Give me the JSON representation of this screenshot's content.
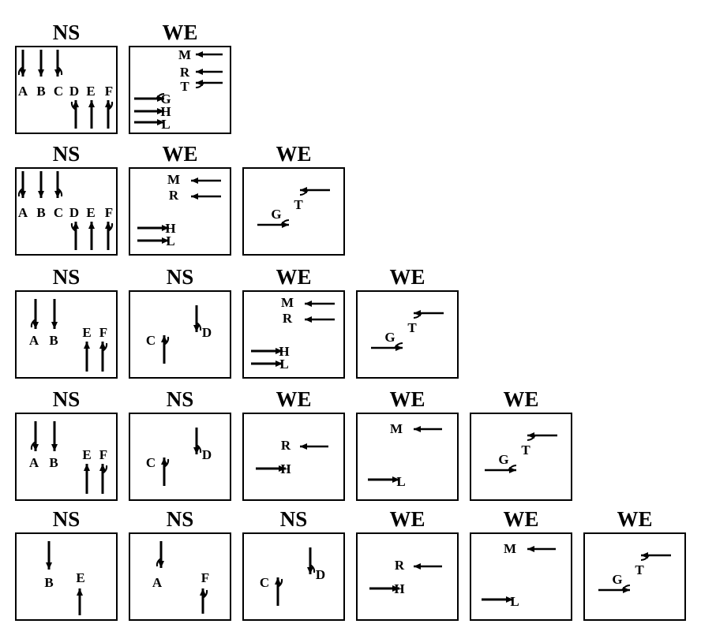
{
  "rows": [
    [
      {
        "header": "NS",
        "movements": [
          "A",
          "B",
          "C",
          "D",
          "E",
          "F"
        ]
      },
      {
        "header": "WE",
        "movements": [
          "M",
          "R",
          "T",
          "G",
          "H",
          "L"
        ]
      }
    ],
    [
      {
        "header": "NS",
        "movements": [
          "A",
          "B",
          "C",
          "D",
          "E",
          "F"
        ]
      },
      {
        "header": "WE",
        "movements": [
          "M",
          "R",
          "H",
          "L"
        ]
      },
      {
        "header": "WE",
        "movements": [
          "G",
          "T"
        ]
      }
    ],
    [
      {
        "header": "NS",
        "movements": [
          "A",
          "B",
          "E",
          "F"
        ]
      },
      {
        "header": "NS",
        "movements": [
          "C",
          "D"
        ]
      },
      {
        "header": "WE",
        "movements": [
          "M",
          "R",
          "H",
          "L"
        ]
      },
      {
        "header": "WE",
        "movements": [
          "G",
          "T"
        ]
      }
    ],
    [
      {
        "header": "NS",
        "movements": [
          "A",
          "B",
          "E",
          "F"
        ]
      },
      {
        "header": "NS",
        "movements": [
          "C",
          "D"
        ]
      },
      {
        "header": "WE",
        "movements": [
          "R",
          "H"
        ]
      },
      {
        "header": "WE",
        "movements": [
          "M",
          "L"
        ]
      },
      {
        "header": "WE",
        "movements": [
          "G",
          "T"
        ]
      }
    ],
    [
      {
        "header": "NS",
        "movements": [
          "B",
          "E"
        ]
      },
      {
        "header": "NS",
        "movements": [
          "A",
          "F"
        ]
      },
      {
        "header": "NS",
        "movements": [
          "C",
          "D"
        ]
      },
      {
        "header": "WE",
        "movements": [
          "R",
          "H"
        ]
      },
      {
        "header": "WE",
        "movements": [
          "M",
          "L"
        ]
      },
      {
        "header": "WE",
        "movements": [
          "G",
          "T"
        ]
      }
    ]
  ]
}
